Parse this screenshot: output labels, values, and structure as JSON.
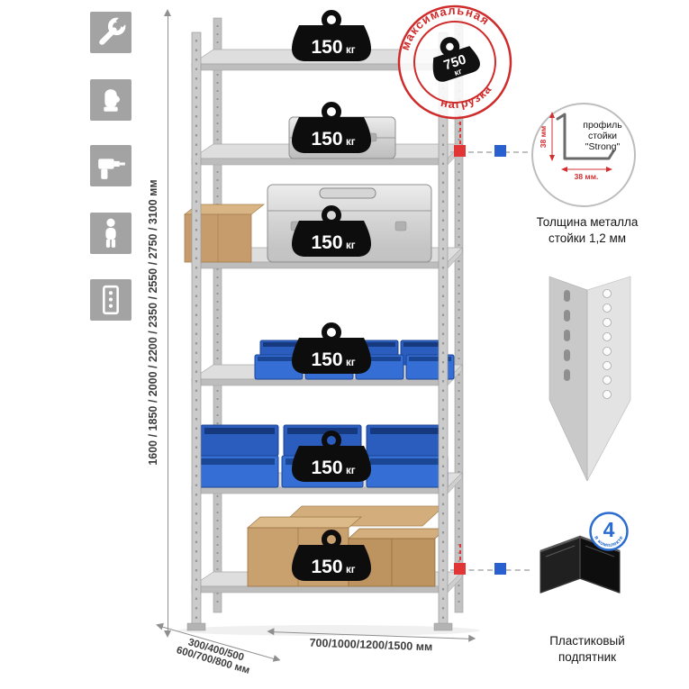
{
  "left_icons": {
    "items": [
      {
        "name": "wrench-icon"
      },
      {
        "name": "gloves-icon"
      },
      {
        "name": "drill-icon"
      },
      {
        "name": "person-icon"
      },
      {
        "name": "rack-profile-icon"
      }
    ]
  },
  "dimensions": {
    "height_label": "1600 / 1850 / 2000 / 2200 / 2350 / 2550 / 2750 / 3100 мм",
    "width_label": "700/1000/1200/1500 мм",
    "depth_label_line1": "300/400/500",
    "depth_label_line2": "600/700/800 мм"
  },
  "rack": {
    "shelf_count": 6,
    "shelf_load_value": "150",
    "shelf_load_unit": "кг"
  },
  "max_load_stamp": {
    "arc_top": "максимальная",
    "arc_bottom": "нагрузка",
    "value": "750",
    "unit": "кг"
  },
  "profile_detail": {
    "dim_vertical": "38 мм",
    "dim_horizontal": "38 мм.",
    "label_line1": "профиль",
    "label_line2": "стойки",
    "label_line3": "\"Strong\"",
    "caption_line1": "Толщина металла",
    "caption_line2": "стойки 1,2 мм"
  },
  "foot_detail": {
    "badge_value": "4",
    "badge_text": "в комплекте",
    "caption_line1": "Пластиковый",
    "caption_line2": "подпятник"
  },
  "colors": {
    "stamp_red": "#cf2b2b",
    "marker_red": "#e23535",
    "marker_blue": "#2a5fd0",
    "bin_blue": "#2d66c8",
    "box_tan": "#c8a16f",
    "metal_gray": "#c9c9c9"
  }
}
